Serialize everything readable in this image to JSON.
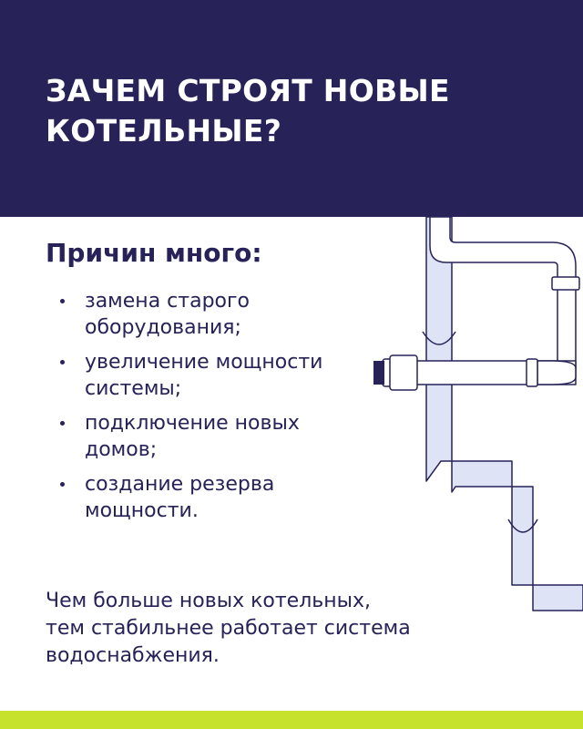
{
  "header": {
    "title_line1": "ЗАЧЕМ СТРОЯТ НОВЫЕ",
    "title_line2": "КОТЕЛЬНЫЕ?",
    "background_color": "#272258"
  },
  "main": {
    "subtitle": "Причин много:",
    "reasons": [
      {
        "line1": "замена старого",
        "line2": "оборудования;"
      },
      {
        "line1": "увеличение мощности",
        "line2": "системы;"
      },
      {
        "line1": "подключение новых",
        "line2": "домов;"
      },
      {
        "line1": "создание резерва",
        "line2": "мощности."
      }
    ],
    "conclusion_line1": "Чем больше новых котельных,",
    "conclusion_line2": "тем стабильнее работает система",
    "conclusion_line3": "водоснабжения."
  },
  "illustration": {
    "icon": "water-pipes-illustration",
    "pipe_fill": "#dfe3f6",
    "pipe_stroke": "#272258"
  },
  "footer": {
    "band_color": "#c6e22d"
  }
}
